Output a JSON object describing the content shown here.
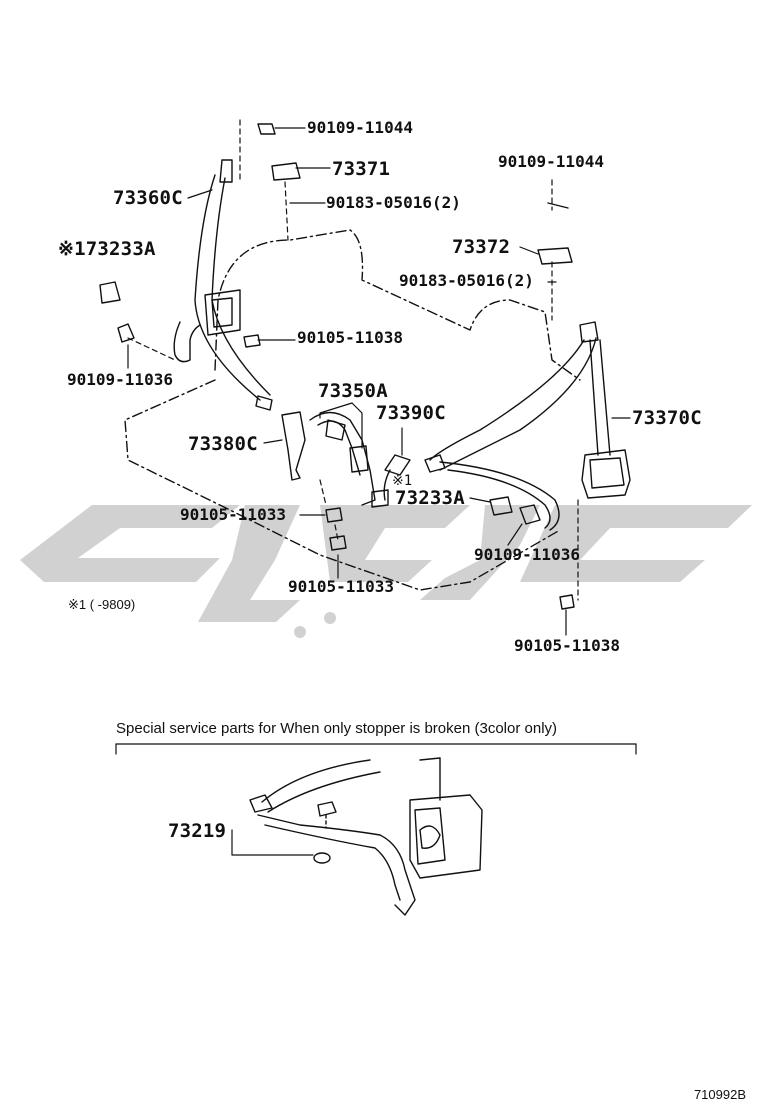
{
  "parts": {
    "p1": "90109-11044",
    "p2": "73371",
    "p3": "90183-05016(2)",
    "p4": "73360C",
    "p5": "※173233A",
    "p6": "90105-11038",
    "p7": "90109-11036",
    "p8": "90109-11044",
    "p9": "73372",
    "p10": "90183-05016(2)",
    "p11": "73350A",
    "p12": "73390C",
    "p13": "73370C",
    "p14": "73380C",
    "p15": "※1",
    "p16": "73233A",
    "p17": "90105-11033",
    "p18": "90109-11036",
    "p19": "90105-11033",
    "p20": "90105-11038",
    "p21": "73219"
  },
  "footnote": "※1 (      -9809)",
  "special_section_title": "Special service parts for When only stopper is broken (3color only)",
  "figure_id": "710992B",
  "colors": {
    "line": "#111111",
    "watermark": "#c8c8c8"
  }
}
